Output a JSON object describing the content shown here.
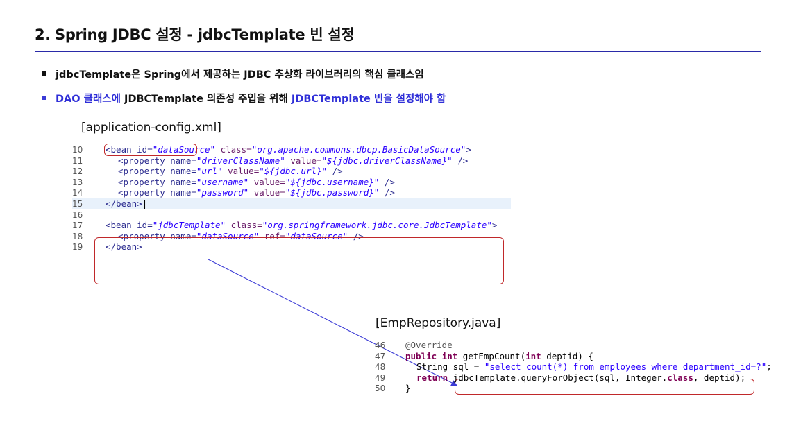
{
  "title": "2. Spring JDBC 설정 - jdbcTemplate 빈 설정",
  "bullets": {
    "b1": "jdbcTemplate은 Spring에서 제공하는 JDBC 추상화 라이브러리의 핵심 클래스임",
    "b2_part1": "DAO 클래스에",
    "b2_part2": " JDBCTemplate 의존성 주입을 위해 ",
    "b2_part3": "JDBCTemplate 빈을 설정해야 함"
  },
  "xml_file": "[application-config.xml]",
  "xml_lines": [
    {
      "n": "10",
      "t1": "<bean id=",
      "s1": "\"dataSource\"",
      "t2": "class=",
      "s2": "\"org.apache.commons.dbcp.BasicDataSource\"",
      "t3": ">"
    },
    {
      "n": "11",
      "t1": "<property name=",
      "s1": "\"driverClassName\"",
      "t2": "value=",
      "s2": "\"${jdbc.driverClassName}\"",
      "t3": "/>"
    },
    {
      "n": "12",
      "t1": "<property name=",
      "s1": "\"url\"",
      "t2": "value=",
      "s2": "\"${jdbc.url}\"",
      "t3": "/>"
    },
    {
      "n": "13",
      "t1": "<property name=",
      "s1": "\"username\"",
      "t2": "value=",
      "s2": "\"${jdbc.username}\"",
      "t3": "/>"
    },
    {
      "n": "14",
      "t1": "<property name=",
      "s1": "\"password\"",
      "t2": "value=",
      "s2": "\"${jdbc.password}\"",
      "t3": "/>"
    },
    {
      "n": "15",
      "t1": "</bean>"
    },
    {
      "n": "16"
    },
    {
      "n": "17",
      "t1": "<bean id=",
      "s1": "\"jdbcTemplate\"",
      "t2": "class=",
      "s2": "\"org.springframework.jdbc.core.JdbcTemplate\"",
      "t3": ">"
    },
    {
      "n": "18",
      "t1": "<property name=",
      "s1": "\"dataSource\"",
      "t2": "ref=",
      "s2": "\"dataSource\"",
      "t3": "/>"
    },
    {
      "n": "19",
      "t1": "</bean>"
    }
  ],
  "java_file": "[EmpRepository.java]",
  "java_lines": {
    "l46": {
      "n": "46",
      "a": "@Override"
    },
    "l47": {
      "n": "47",
      "k1": "public int",
      "a": " getEmpCount(",
      "k2": "int",
      "b": " deptid) {"
    },
    "l48": {
      "n": "48",
      "a": "String sql = ",
      "s": "\"select count(*) from employees where department_id=?\"",
      "b": ";"
    },
    "l49": {
      "n": "49",
      "k1": "return",
      "a": " jdbcTemplate.queryForObject(sql, Integer.",
      "k2": "class",
      "b": ", deptid);"
    },
    "l50": {
      "n": "50",
      "a": "}"
    }
  },
  "colors": {
    "rule": "#2a2aa8",
    "highlight_blue": "#2f2fd8",
    "box_red": "#c0282a"
  }
}
